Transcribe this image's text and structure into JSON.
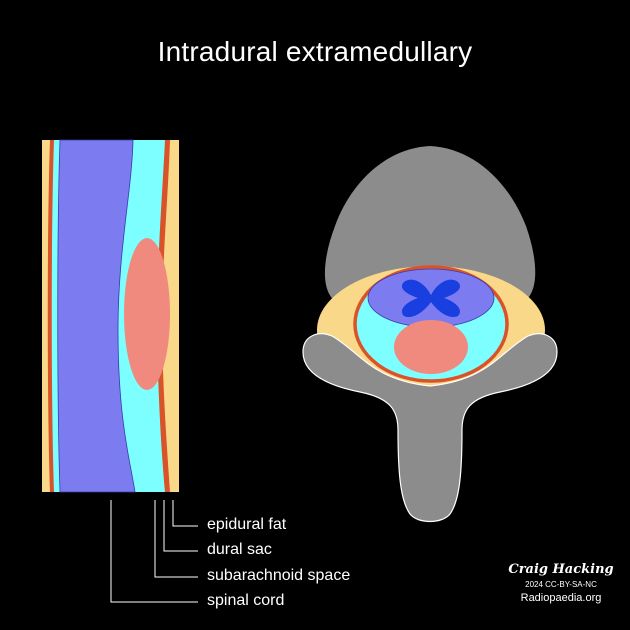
{
  "title": "Intradural extramedullary",
  "labels": {
    "epidural_fat": "epidural fat",
    "dural_sac": "dural sac",
    "subarachnoid_space": "subarachnoid space",
    "spinal_cord": "spinal cord"
  },
  "credit": {
    "author": "Craig Hacking",
    "license": "2024 CC-BY-SA-NC",
    "site": "Radiopaedia.org"
  },
  "colors": {
    "background": "#000000",
    "epidural_fat": "#F9D88A",
    "dura": "#D9532A",
    "csf": "#7EFFFF",
    "spinal_cord": "#7C7CF0",
    "grey_matter": "#1A3FE0",
    "tumour": "#F08A7E",
    "bone": "#8C8C8C"
  }
}
